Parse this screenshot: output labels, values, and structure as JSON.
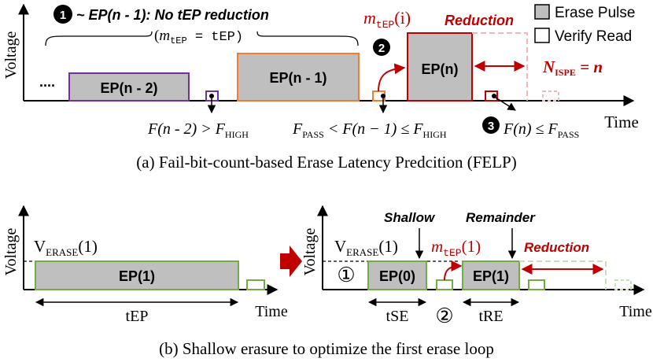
{
  "colors": {
    "red": "#c00000",
    "gray_fill": "#bfbfbf",
    "purple": "#7030a0",
    "orange": "#ed7d31",
    "green": "#70ad47",
    "pink_dashed": "#f4b6b6",
    "light_green_dashed": "#c5e0b4",
    "black": "#000000"
  },
  "legend": {
    "erase_pulse": "Erase Pulse",
    "verify_read": "Verify Read"
  },
  "panel_a": {
    "y_axis": "Voltage",
    "x_axis": "Time",
    "ellipsis": "....",
    "step1_num": "1",
    "step1_text": "~ EP(n - 1): No tEP reduction",
    "bracket_label_pre": "(",
    "bracket_m": "m",
    "bracket_sub": "tEP",
    "bracket_eq": " = tEP)",
    "pulse_n2": "EP(n - 2)",
    "pulse_n1": "EP(n - 1)",
    "pulse_n": "EP(n)",
    "step2_num": "2",
    "m_label": "m",
    "m_sub": "tEP",
    "m_arg": "(i)",
    "reduction": "Reduction",
    "nispe_n": "N",
    "nispe_sub": "ISPE",
    "nispe_val": " = n",
    "cond1_f": "F(n - 2) > F",
    "cond1_sub": "HIGH",
    "cond2_f1": "F",
    "cond2_sub1": "PASS",
    "cond2_mid": " < F(n − 1) ≤ F",
    "cond2_sub2": "HIGH",
    "step3_num": "3",
    "cond3_f": "F(n) ≤ F",
    "cond3_sub": "PASS",
    "caption": "(a) Fail-bit-count-based Erase Latency Predcition (FELP)"
  },
  "panel_b": {
    "y_axis_left": "Voltage",
    "y_axis_right": "Voltage",
    "x_axis_left": "Time",
    "x_axis_right": "Time",
    "verase_left_v": "V",
    "verase_left_sub": "ERASE",
    "verase_left_arg": "(1)",
    "pulse_left": "EP(1)",
    "tEP": "tEP",
    "shallow": "Shallow",
    "remainder": "Remainder",
    "verase_right_v": "V",
    "verase_right_sub": "ERASE",
    "verase_right_arg": "(1)",
    "m_label": "m",
    "m_sub": "tEP",
    "m_arg": "(1)",
    "reduction": "Reduction",
    "circle1": "①",
    "circle2": "②",
    "pulse_ep0": "EP(0)",
    "pulse_ep1": "EP(1)",
    "tSE": "tSE",
    "tRE": "tRE",
    "caption": "(b) Shallow erasure to optimize the first erase loop"
  }
}
